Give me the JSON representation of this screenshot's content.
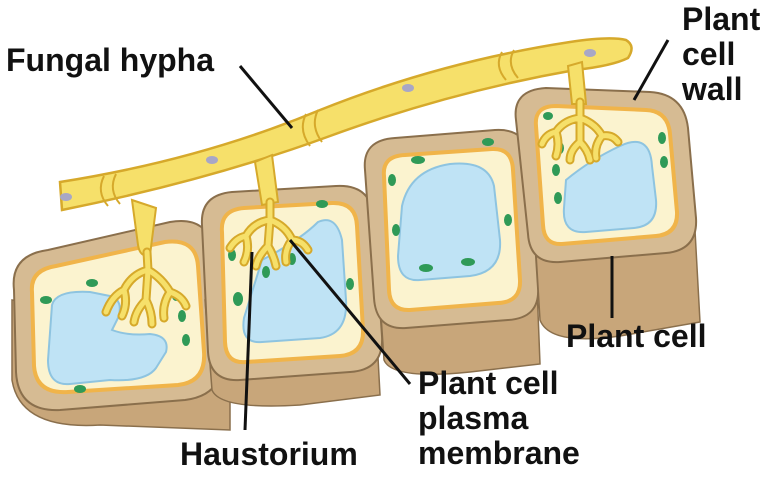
{
  "labels": {
    "fungal_hypha": "Fungal hypha",
    "plant_cell_wall": [
      "Plant",
      "cell",
      "wall"
    ],
    "plant_cell": "Plant cell",
    "plant_cell_plasma_membrane": [
      "Plant cell",
      "plasma",
      "membrane"
    ],
    "haustorium": "Haustorium"
  },
  "colors": {
    "cell_wall": "#d6bb93",
    "cell_wall_side": "#c8a67a",
    "cell_wall_outline": "#8a6f4c",
    "plasma_membrane": "#f0b44a",
    "cytoplasm": "#fbf3cf",
    "vacuole": "#bfe3f5",
    "vacuole_outline": "#8ec4e0",
    "chloroplast": "#2f9a57",
    "hypha_fill": "#f6e06a",
    "hypha_outline": "#d6a92b",
    "nucleus": "#a8a7c6",
    "leader_line": "#111111"
  }
}
